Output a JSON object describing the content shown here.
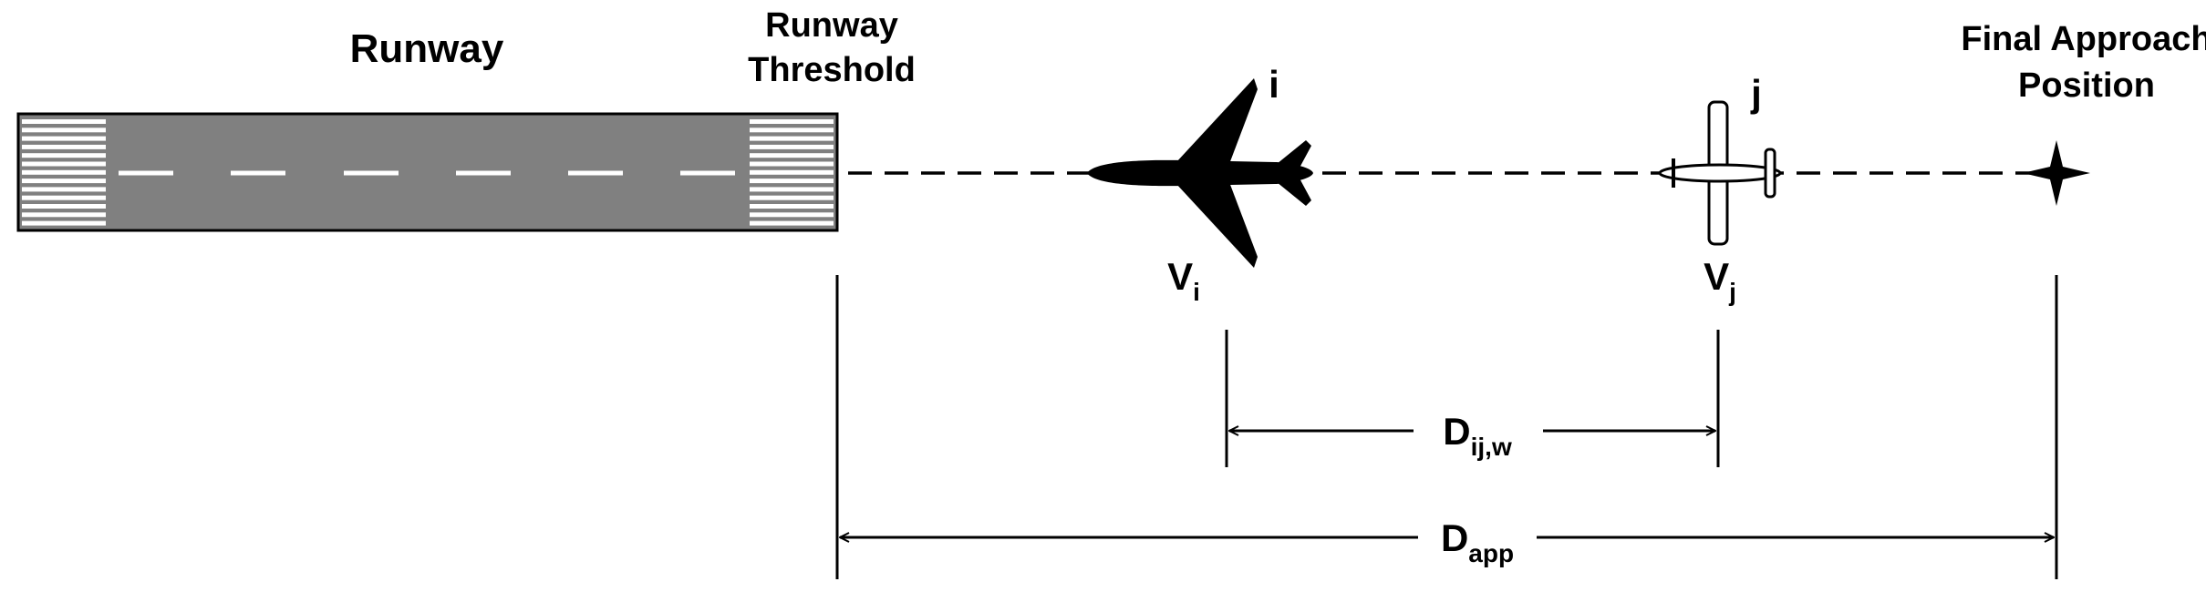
{
  "labels": {
    "runway": "Runway",
    "threshold_line1": "Runway",
    "threshold_line2": "Threshold",
    "final_line1": "Final Approach",
    "final_line2": "Position",
    "aircraft_i": "i",
    "aircraft_j": "j",
    "vi_main": "V",
    "vi_sub": "i",
    "vj_main": "V",
    "vj_sub": "j",
    "dij_main": "D",
    "dij_sub": "ij,w",
    "dapp_main": "D",
    "dapp_sub": "app"
  },
  "colors": {
    "runway_surface": "#808080",
    "markings": "#ffffff",
    "ink": "#000000"
  },
  "icons": {
    "aircraft_i": "jet-airliner-icon",
    "aircraft_j": "light-aircraft-icon",
    "final_position": "four-point-star-icon"
  }
}
